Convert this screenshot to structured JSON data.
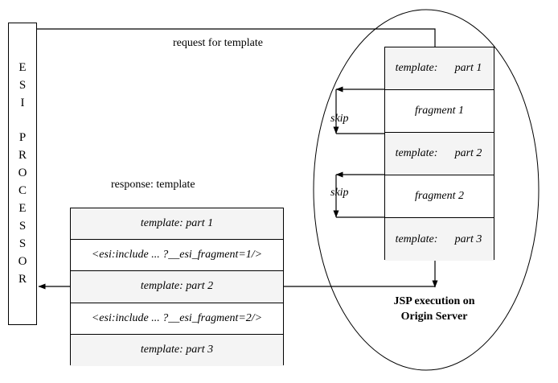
{
  "diagram": {
    "title_hidden": "",
    "esi_processor": {
      "name": "ESI PROCESSOR",
      "letters": [
        "E",
        "S",
        "I",
        "",
        "P",
        "R",
        "O",
        "C",
        "E",
        "S",
        "S",
        "O",
        "R"
      ]
    },
    "flow_labels": {
      "request": "request for template",
      "response": "response: template",
      "skip_1": "skip",
      "skip_2": "skip",
      "origin": "JSP execution on Origin Server",
      "origin_line_1": "JSP execution on",
      "origin_line_2": "Origin Server"
    },
    "response_box": {
      "name": "response template box",
      "rows": [
        {
          "text": "template: part 1",
          "shade": "gray"
        },
        {
          "text": "<esi:include ... ?__esi_fragment=1/>",
          "shade": "white"
        },
        {
          "text": "template: part 2",
          "shade": "gray"
        },
        {
          "text": "<esi:include ... ?__esi_fragment=2/>",
          "shade": "white"
        },
        {
          "text": "template: part 3",
          "shade": "gray"
        }
      ]
    },
    "jsp_box": {
      "name": "jsp execution template box",
      "rows": [
        {
          "left": "template:",
          "right": "part 1",
          "shade": "gray",
          "split": true
        },
        {
          "left": "",
          "right": "fragment 1",
          "shade": "white",
          "split": false
        },
        {
          "left": "template:",
          "right": "part 2",
          "shade": "gray",
          "split": true
        },
        {
          "left": "",
          "right": "fragment 2",
          "shade": "white",
          "split": false
        },
        {
          "left": "template:",
          "right": "part 3",
          "shade": "gray",
          "split": true
        }
      ]
    },
    "colors": {
      "stroke": "#000000",
      "row_gray": "#f4f4f4",
      "row_white": "#ffffff",
      "background": "#ffffff"
    }
  }
}
